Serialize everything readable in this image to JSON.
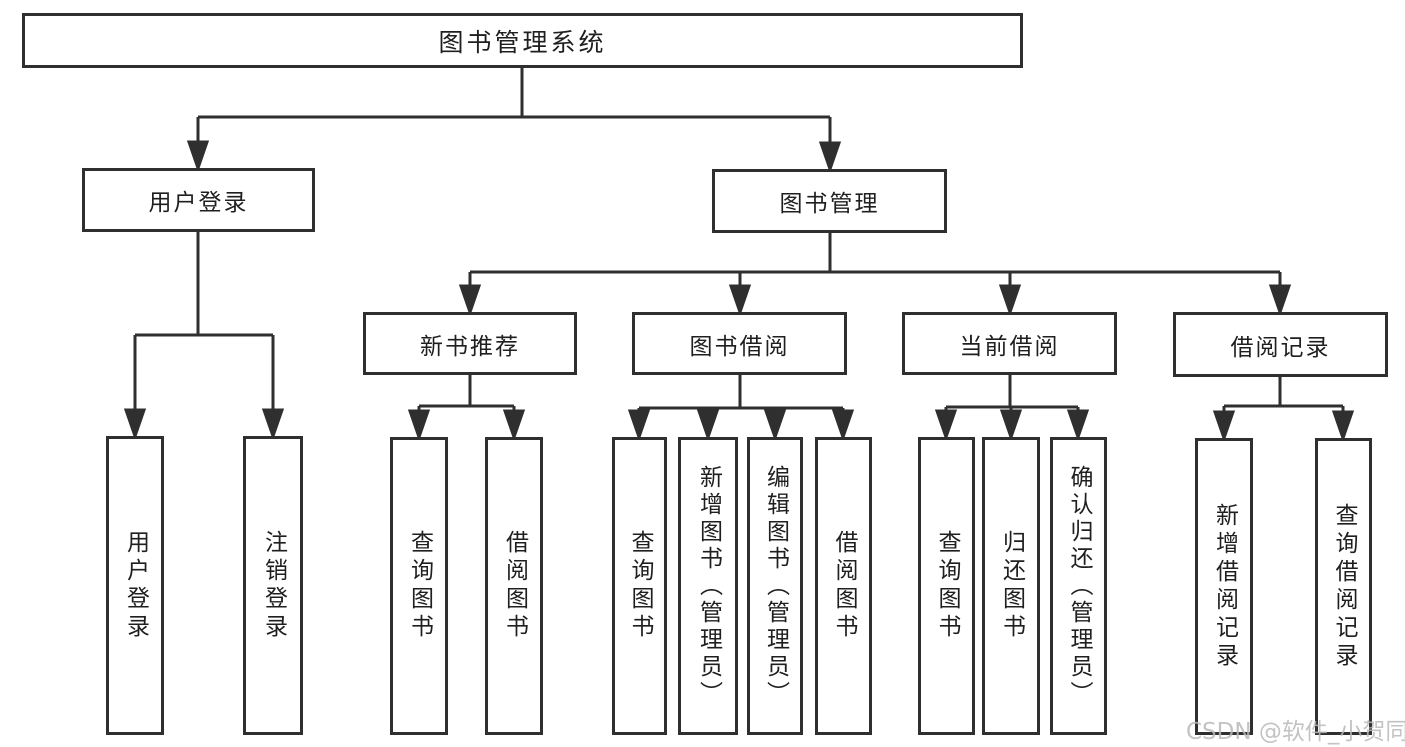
{
  "watermark": "CSDN @软件_小贺同学",
  "colors": {
    "line": "#2f2f2f",
    "text": "#1f1f1f",
    "watermark": "#b9b9b9",
    "background": "#ffffff"
  },
  "tree": {
    "root": {
      "label": "图书管理系统",
      "children": [
        {
          "label": "用户登录",
          "children": [
            {
              "label": "用户登录"
            },
            {
              "label": "注销登录"
            }
          ]
        },
        {
          "label": "图书管理",
          "children": [
            {
              "label": "新书推荐",
              "children": [
                {
                  "label": "查询图书"
                },
                {
                  "label": "借阅图书"
                }
              ]
            },
            {
              "label": "图书借阅",
              "children": [
                {
                  "label": "查询图书"
                },
                {
                  "label": "新增图书（管理员）"
                },
                {
                  "label": "编辑图书（管理员）"
                },
                {
                  "label": "借阅图书"
                }
              ]
            },
            {
              "label": "当前借阅",
              "children": [
                {
                  "label": "查询图书"
                },
                {
                  "label": "归还图书"
                },
                {
                  "label": "确认归还（管理员）"
                }
              ]
            },
            {
              "label": "借阅记录",
              "children": [
                {
                  "label": "新增借阅记录"
                },
                {
                  "label": "查询借阅记录"
                }
              ]
            }
          ]
        }
      ]
    }
  }
}
